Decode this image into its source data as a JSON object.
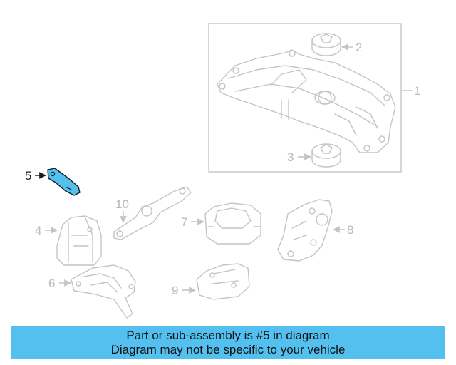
{
  "diagram": {
    "highlight_color": "#54c0f0",
    "highlighted_part": "5",
    "callouts": {
      "p1": "1",
      "p2": "2",
      "p3": "3",
      "p4": "4",
      "p5": "5",
      "p6": "6",
      "p7": "7",
      "p8": "8",
      "p9": "9",
      "p10": "10"
    }
  },
  "banner": {
    "line1": "Part or sub-assembly is #5 in diagram",
    "line2": "Diagram may not be specific to your vehicle",
    "background": "#54c0f0"
  }
}
